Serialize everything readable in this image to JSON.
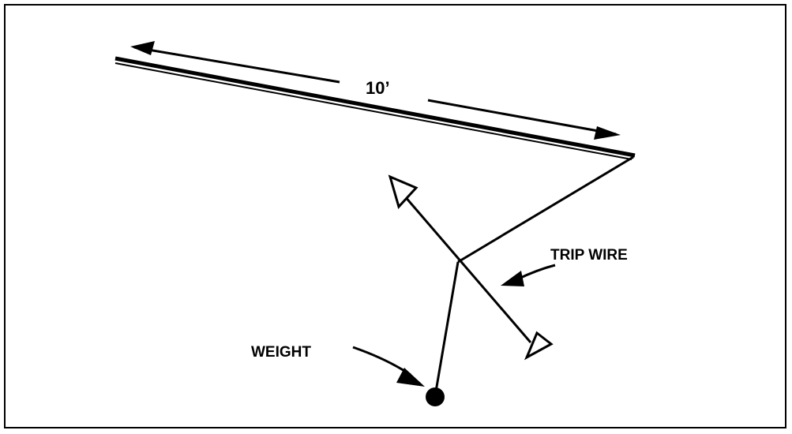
{
  "diagram": {
    "dimension_label": "10’",
    "trip_wire_label": "TRIP WIRE",
    "weight_label": "WEIGHT",
    "colors": {
      "ink": "#000000",
      "background": "#ffffff"
    }
  }
}
